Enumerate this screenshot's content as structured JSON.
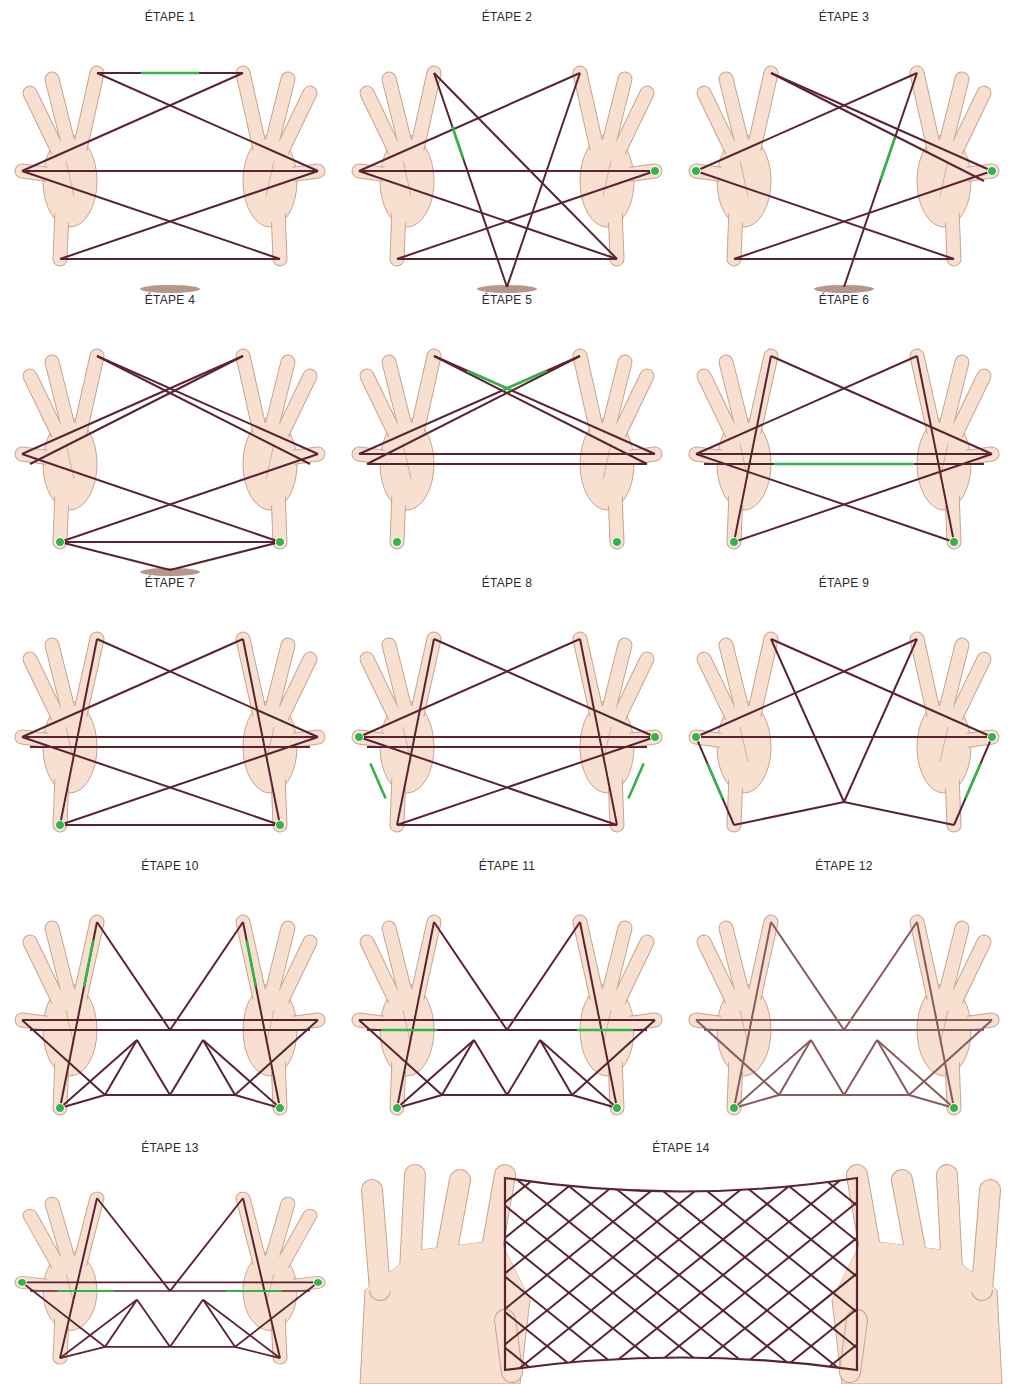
{
  "diagram": {
    "labels": [
      "ÉTAPE 1",
      "ÉTAPE 2",
      "ÉTAPE 3",
      "ÉTAPE 4",
      "ÉTAPE 5",
      "ÉTAPE 6",
      "ÉTAPE 7",
      "ÉTAPE 8",
      "ÉTAPE 9",
      "ÉTAPE 10",
      "ÉTAPE 11",
      "ÉTAPE 12",
      "ÉTAPE 13",
      "ÉTAPE 14"
    ]
  }
}
